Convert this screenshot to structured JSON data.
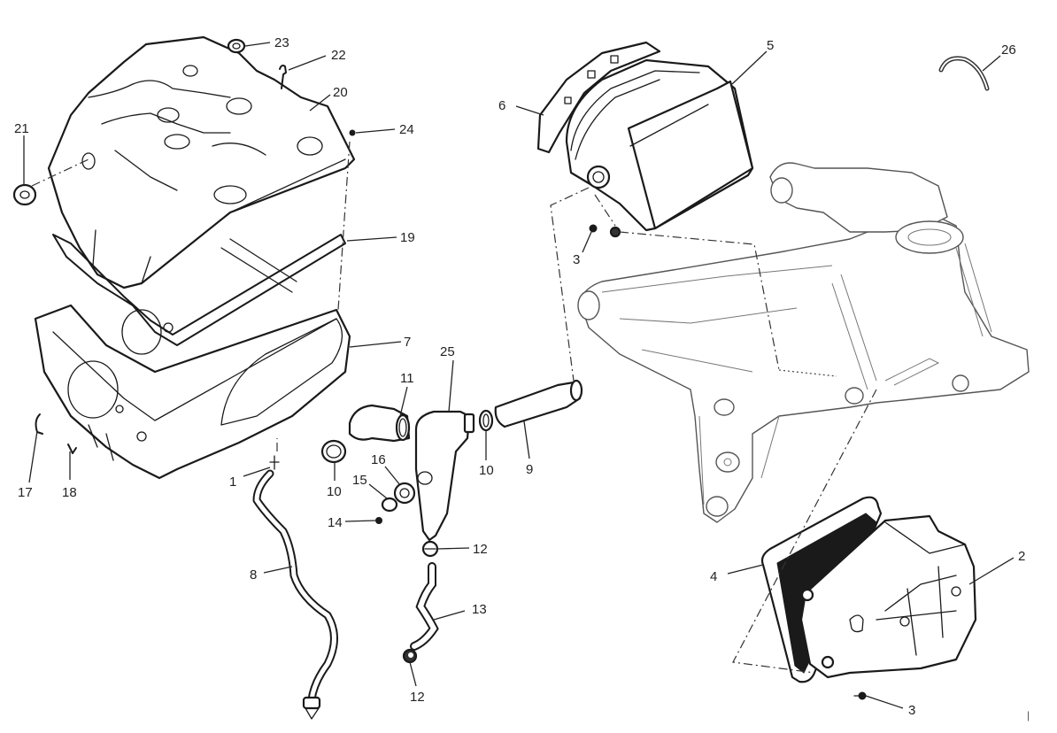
{
  "diagram": {
    "type": "exploded-parts-view",
    "subject": "air intake / airbox assembly",
    "callouts": [
      {
        "id": "c1",
        "label": "1"
      },
      {
        "id": "c2",
        "label": "2"
      },
      {
        "id": "c3a",
        "label": "3"
      },
      {
        "id": "c3b",
        "label": "3"
      },
      {
        "id": "c4",
        "label": "4"
      },
      {
        "id": "c5",
        "label": "5"
      },
      {
        "id": "c6",
        "label": "6"
      },
      {
        "id": "c7",
        "label": "7"
      },
      {
        "id": "c8",
        "label": "8"
      },
      {
        "id": "c9",
        "label": "9"
      },
      {
        "id": "c10a",
        "label": "10"
      },
      {
        "id": "c10b",
        "label": "10"
      },
      {
        "id": "c11",
        "label": "11"
      },
      {
        "id": "c12a",
        "label": "12"
      },
      {
        "id": "c12b",
        "label": "12"
      },
      {
        "id": "c13",
        "label": "13"
      },
      {
        "id": "c14",
        "label": "14"
      },
      {
        "id": "c15",
        "label": "15"
      },
      {
        "id": "c16",
        "label": "16"
      },
      {
        "id": "c17",
        "label": "17"
      },
      {
        "id": "c18",
        "label": "18"
      },
      {
        "id": "c19",
        "label": "19"
      },
      {
        "id": "c20",
        "label": "20"
      },
      {
        "id": "c21",
        "label": "21"
      },
      {
        "id": "c22",
        "label": "22"
      },
      {
        "id": "c23",
        "label": "23"
      },
      {
        "id": "c24",
        "label": "24"
      },
      {
        "id": "c25",
        "label": "25"
      },
      {
        "id": "c26",
        "label": "26"
      }
    ],
    "page_mark": "|"
  }
}
